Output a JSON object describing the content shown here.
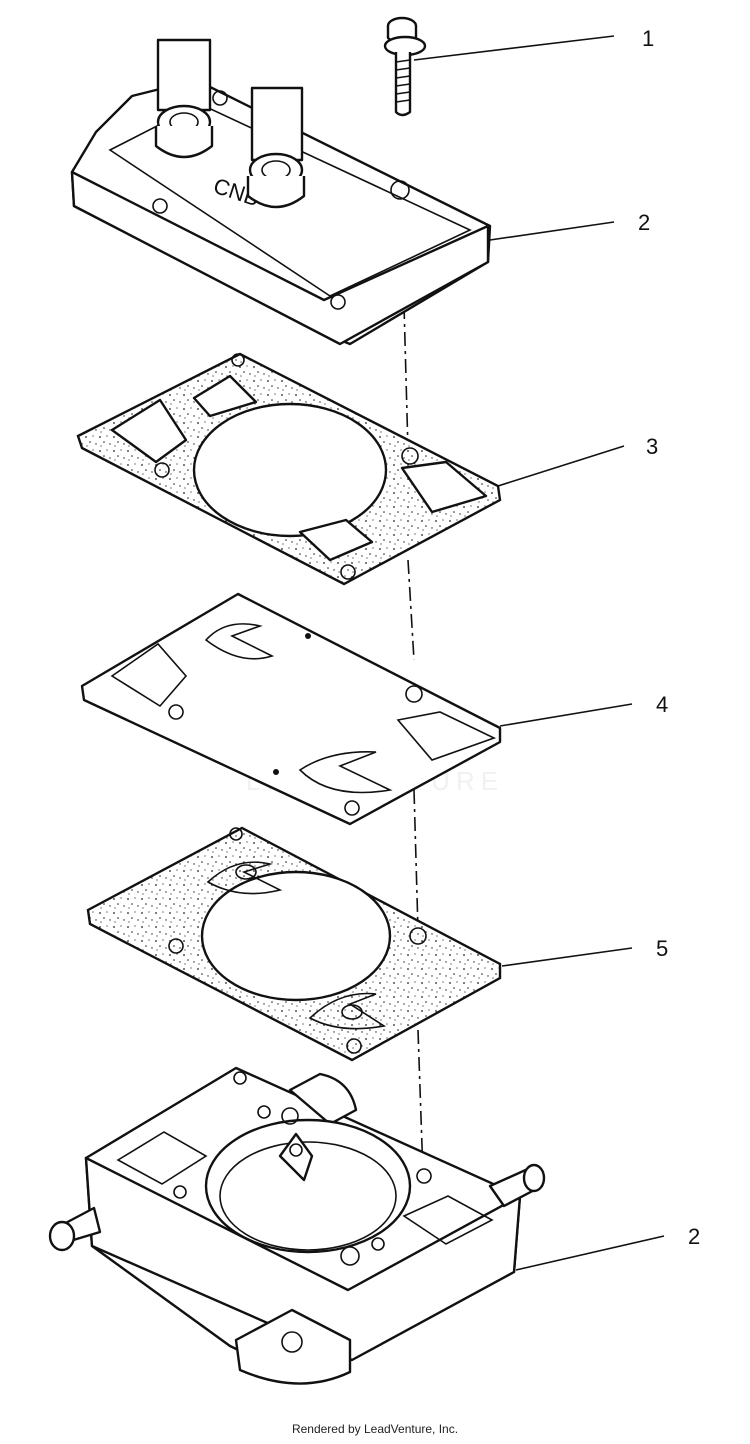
{
  "callouts": [
    {
      "id": "c1",
      "label": "1"
    },
    {
      "id": "c2a",
      "label": "2"
    },
    {
      "id": "c3",
      "label": "3"
    },
    {
      "id": "c4",
      "label": "4"
    },
    {
      "id": "c5",
      "label": "5"
    },
    {
      "id": "c2b",
      "label": "2"
    }
  ],
  "watermark": "LEADVENTURE",
  "credit": "Rendered by LeadVenture, Inc.",
  "colors": {
    "ink": "#111111",
    "watermark": "#e6e6e6",
    "background": "#ffffff"
  }
}
